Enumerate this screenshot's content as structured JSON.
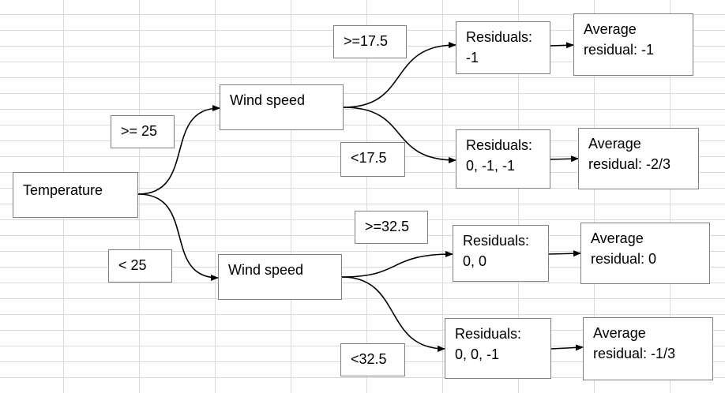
{
  "nodes": {
    "root": "Temperature",
    "wind_high": "Wind speed",
    "wind_low": "Wind speed",
    "res_1": "Residuals:\n-1",
    "res_2": "Residuals:\n0, -1, -1",
    "res_3": "Residuals:\n0, 0",
    "res_4": "Residuals:\n0, 0, -1",
    "avg_1": "Average\nresidual: -1",
    "avg_2": "Average\nresidual: -2/3",
    "avg_3": "Average\nresidual: 0",
    "avg_4": "Average\nresidual: -1/3"
  },
  "edge_labels": {
    "temp_ge": ">= 25",
    "temp_lt": "< 25",
    "wind_ge_175": ">=17.5",
    "wind_lt_175": "<17.5",
    "wind_ge_325": ">=32.5",
    "wind_lt_325": "<32.5"
  },
  "colors": {
    "box_border": "#7f7f7f",
    "connector": "#000000",
    "gridline": "#d9d9d9"
  }
}
